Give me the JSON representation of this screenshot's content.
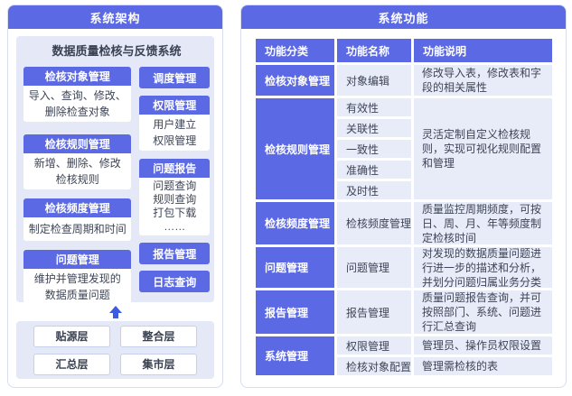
{
  "colors": {
    "primary_blue": "#5B69E4",
    "panel_lavender": "#E4E8F7",
    "table_cell_lavender": "#E8EBF8",
    "dark_text": "#3E4557",
    "card_border": "#D8DEF0"
  },
  "left_panel": {
    "title": "系统架构",
    "system_title": "数据质量检核与反馈系统",
    "modules_left": [
      {
        "title": "检核对象管理",
        "body": "导入、查询、修改、\n删除检查对象"
      },
      {
        "title": "检核规则管理",
        "body": "新增、删除、修改\n检核规则"
      },
      {
        "title": "检核频度管理",
        "body": "制定检查周期和时间"
      },
      {
        "title": "问题管理",
        "body": "维护并管理发现的\n数据质量问题"
      }
    ],
    "side": {
      "schedule": "调度管理",
      "permission": {
        "title": "权限管理",
        "body": "用户建立\n权限管理"
      },
      "issue_report": {
        "title": "问题报告",
        "body": "问题查询\n规则查询\n打包下载\n……"
      },
      "report_mgmt": "报告管理",
      "log_query": "日志查询"
    },
    "layers": [
      "贴源层",
      "整合层",
      "汇总层",
      "集市层"
    ]
  },
  "right_panel": {
    "title": "系统功能",
    "table": {
      "headers": [
        "功能分类",
        "功能名称",
        "功能说明"
      ],
      "rows": [
        {
          "category": "检核对象管理",
          "name": "对象编辑",
          "desc": "修改导入表，修改表和字段的相关属性"
        },
        {
          "category": "检核规则管理",
          "names": [
            "有效性",
            "关联性",
            "一致性",
            "准确性",
            "及时性"
          ],
          "desc": "灵活定制自定义检核规则，实现可视化规则配置和管理"
        },
        {
          "category": "检核频度管理",
          "name": "检核频度管理",
          "desc": "质量监控周期频度，可按日、周、月、年等频度制定检核时间"
        },
        {
          "category": "问题管理",
          "name": "问题管理",
          "desc": "对发现的数据质量问题进行进一步的描述和分析，并划分问题归属业务分类"
        },
        {
          "category": "报告管理",
          "name": "报告管理",
          "desc": "质量问题报告查询，并可按照部门、系统、问题进行汇总查询"
        },
        {
          "category": "系统管理",
          "subs": [
            {
              "name": "权限管理",
              "desc": "管理员、操作员权限设置"
            },
            {
              "name": "检核对象配置",
              "desc": "管理需检核的表"
            }
          ]
        }
      ]
    }
  }
}
